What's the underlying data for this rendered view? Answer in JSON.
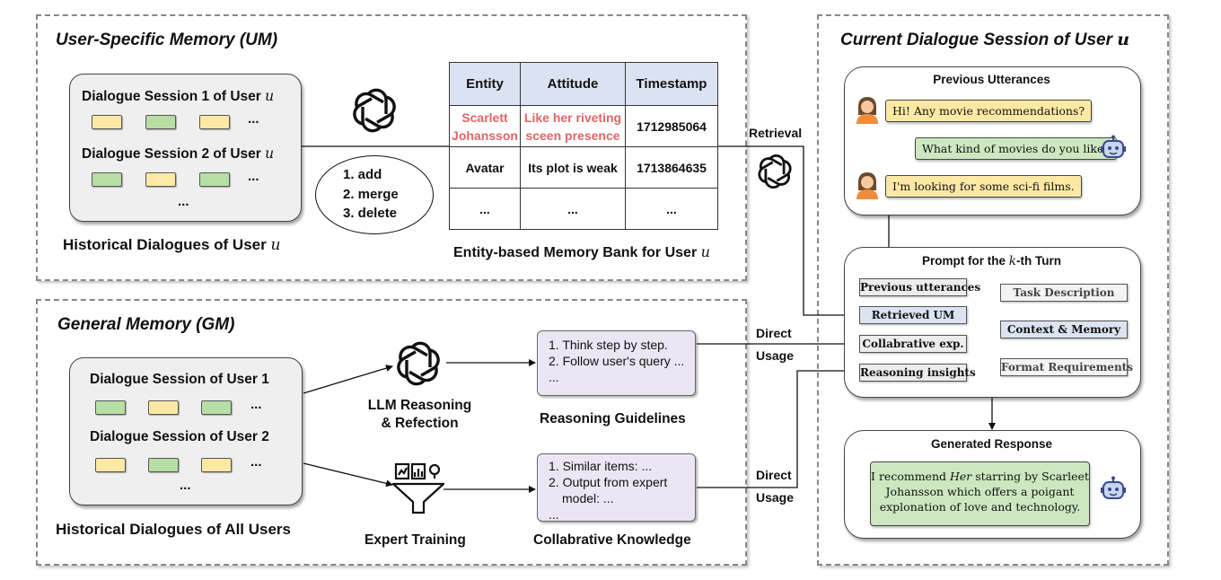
{
  "um": {
    "title": "User-Specific Memory (UM)",
    "sessions": [
      "Dialogue Session 1 of User",
      "Dialogue Session 2 of User"
    ],
    "user_var": "u",
    "ellipsis": "...",
    "hist_caption": "Historical Dialogues of User",
    "ops": [
      "1. add",
      "2. merge",
      "3. delete"
    ],
    "bank_caption": "Entity-based Memory Bank for User",
    "table": {
      "headers": [
        "Entity",
        "Attitude",
        "Timestamp"
      ],
      "rows": [
        [
          "Scarlett Johansson",
          "Like her riveting sceen presence",
          "1712985064"
        ],
        [
          "Avatar",
          "Its plot is weak",
          "1713864635"
        ],
        [
          "...",
          "...",
          "..."
        ]
      ]
    },
    "retrieval_label": "Retrieval"
  },
  "gm": {
    "title": "General Memory (GM)",
    "sessions": [
      "Dialogue Session of User 1",
      "Dialogue Session of User 2"
    ],
    "ellipsis": "...",
    "hist_caption": "Historical Dialogues of All Users",
    "llm_label": [
      "LLM Reasoning",
      "& Refection"
    ],
    "expert_label": "Expert Training",
    "guidelines": [
      "1. Think step by step.",
      "2. Follow user's query ...",
      "..."
    ],
    "guidelines_caption": "Reasoning Guidelines",
    "collab": [
      "1. Similar items: ...",
      "2. Output from expert",
      "model: ...",
      "..."
    ],
    "collab_caption": "Collabrative Knowledge",
    "direct_usage": [
      "Direct",
      "Usage"
    ]
  },
  "session": {
    "title": "Current Dialogue Session of User",
    "user_var": "u",
    "prev_title": "Previous Utterances",
    "utterances": [
      "Hi! Any movie recommendations?",
      "What kind of movies do you like?",
      "I'm looking for some sci-fi films."
    ],
    "prompt_title_pre": "Prompt for the",
    "prompt_title_var": "k",
    "prompt_title_post": "-th Turn",
    "prompt_left": [
      "Previous utterances",
      "Retrieved UM",
      "Collabrative exp.",
      "Reasoning insights"
    ],
    "prompt_right": [
      "Task Description",
      "Context & Memory",
      "Format Requirements"
    ],
    "response_title": "Generated Response",
    "response_pre": "I recommend",
    "response_em": "Her",
    "response_post1": "starring by Scarleet",
    "response_line2": "Johansson which offers a poigant",
    "response_line3": "explonation of love and technology."
  },
  "colors": {
    "yellow": "#fde9a4",
    "green": "#b7dfa5",
    "blue_header": "#dbe3f3",
    "purple": "#ebe6f4",
    "red_text": "#e06666"
  },
  "icons": [
    "openai-logo-icon",
    "user-avatar-icon",
    "robot-icon",
    "funnel-icon"
  ]
}
